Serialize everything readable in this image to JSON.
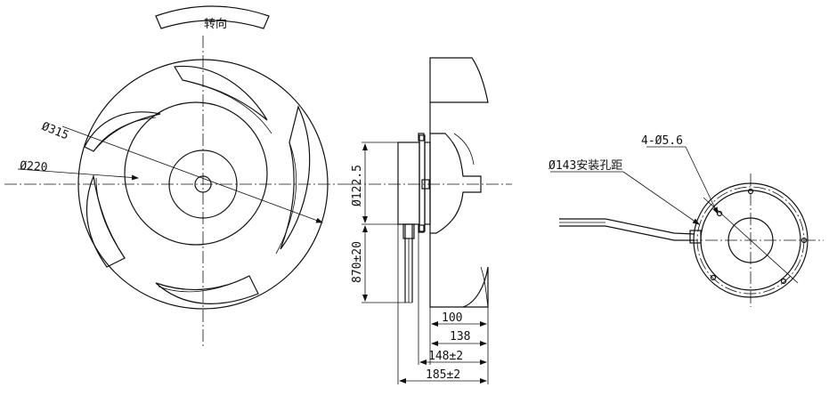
{
  "front_view": {
    "rotation_label": "转向",
    "outer_diameter": "Ø315",
    "hub_diameter": "Ø220"
  },
  "side_view": {
    "motor_diameter": "Ø122.5",
    "cable_length": "870±20",
    "dim_100": "100",
    "dim_138": "138",
    "dim_148": "148±2",
    "dim_185": "185±2"
  },
  "rear_view": {
    "mount_holes": "4-Ø5.6",
    "mount_pitch": "Ø143安装孔距"
  },
  "colors": {
    "line": "#111111",
    "background": "#ffffff"
  }
}
